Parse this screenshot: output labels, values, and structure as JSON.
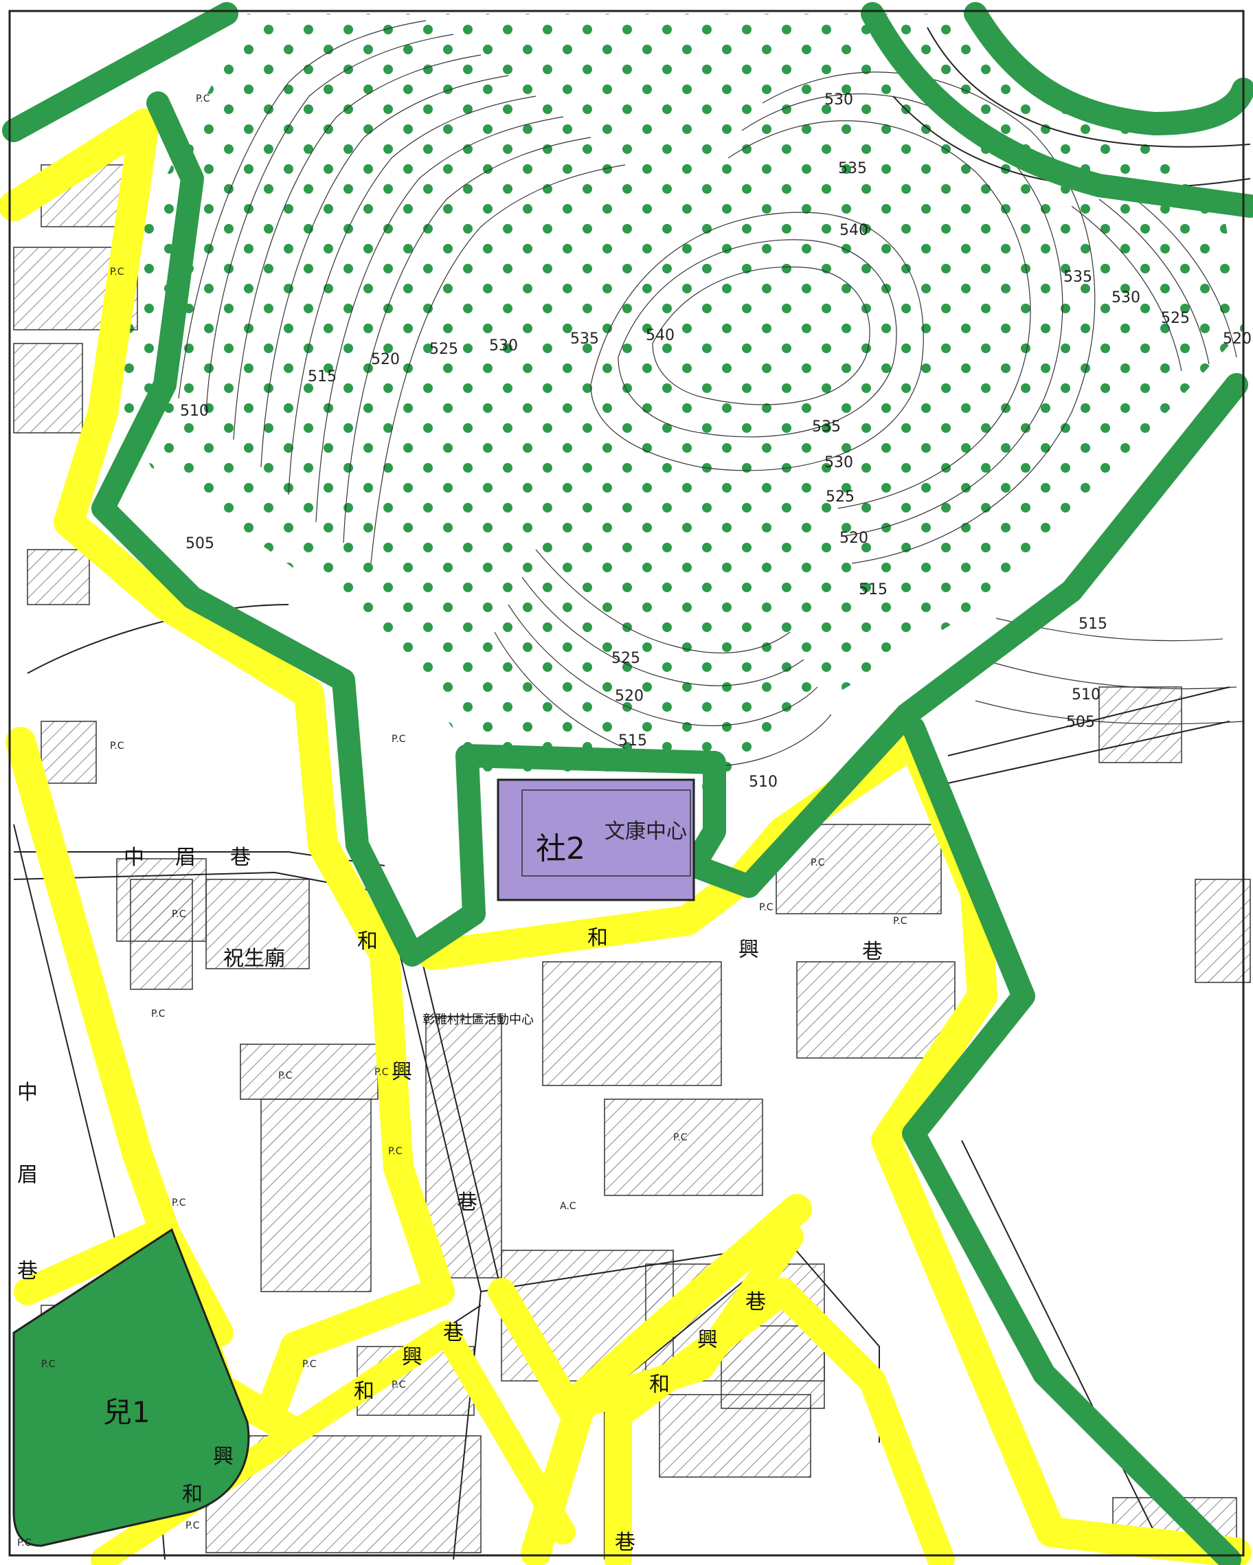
{
  "colors": {
    "park_green": "#2e9a4b",
    "buffer_yellow": "#ffff2a",
    "community_purple": "#a795d6",
    "tree_dot": "#2e9a4b",
    "line": "#222222"
  },
  "zones": {
    "community_label": "社2",
    "community_name": "文康中心",
    "park_label": "兒1"
  },
  "lanes": {
    "zhongmei_h": [
      "中",
      "眉",
      "巷"
    ],
    "zhongmei_v": [
      "中",
      "眉",
      "巷"
    ],
    "hexing_top": [
      "和",
      "興",
      "巷"
    ],
    "hexing_mid": [
      "和",
      "興",
      "巷"
    ],
    "hexing_lower": [
      "和",
      "興",
      "巷"
    ],
    "hexing_low2": [
      "和",
      "興",
      "巷"
    ],
    "hexing_bottom": [
      "和",
      "興",
      "巷"
    ]
  },
  "places": {
    "temple": "祝生廟",
    "activity_center": "彰雅村社區活動中心"
  },
  "elevations": {
    "top": [
      "530",
      "535",
      "540"
    ],
    "left_arc": [
      "510",
      "515",
      "520",
      "525",
      "530",
      "535",
      "540"
    ],
    "right_diag": [
      "535",
      "530",
      "525",
      "520",
      "515"
    ],
    "right_side": [
      "535",
      "530",
      "525",
      "520"
    ],
    "bottom_hill": [
      "525",
      "520",
      "515",
      "510"
    ],
    "far_right": [
      "515",
      "510",
      "505"
    ],
    "left_low": [
      "505"
    ]
  },
  "land_use_codes": {
    "pc": "P.C",
    "ac": "A.C"
  }
}
